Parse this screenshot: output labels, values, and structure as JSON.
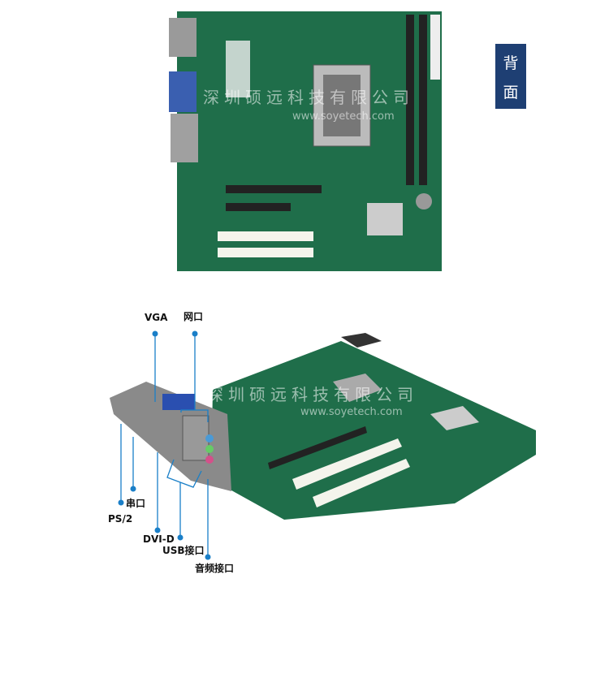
{
  "side_tag": {
    "chars": [
      "背",
      "面"
    ],
    "color": "#1e3f73"
  },
  "watermark": {
    "company": "深圳硕远科技有限公司",
    "url": "www.soyetech.com"
  },
  "labels": {
    "vga": "VGA",
    "lan": "网口",
    "serial": "串口",
    "ps2": "PS/2",
    "dvi": "DVI-D",
    "usb": "USB接口",
    "audio": "音频接口"
  },
  "colors": {
    "leader_line": "#1a7fc8",
    "pcb": "#1f6e4a"
  }
}
